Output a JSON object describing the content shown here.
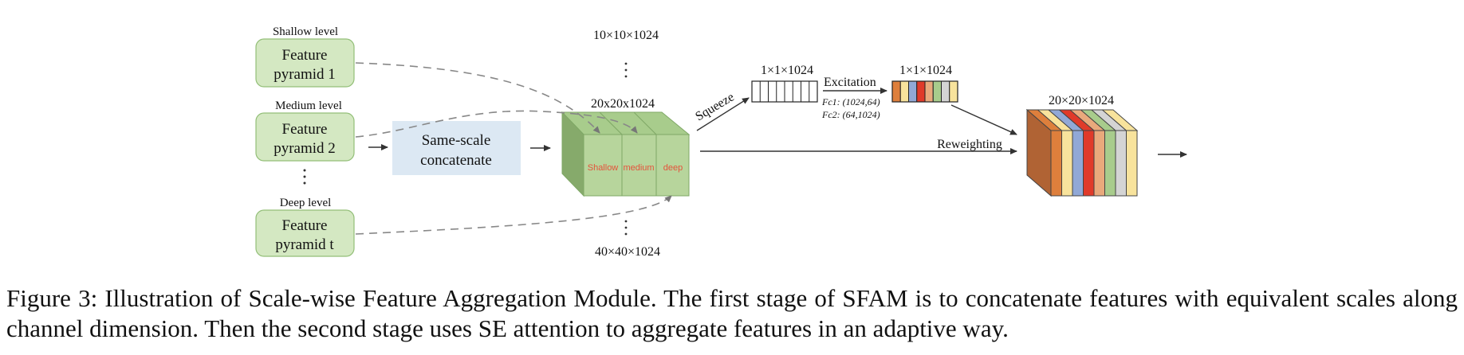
{
  "levels": [
    {
      "caption": "Shallow level",
      "box_line1": "Feature",
      "box_line2": "pyramid 1"
    },
    {
      "caption": "Medium level",
      "box_line1": "Feature",
      "box_line2": "pyramid 2"
    },
    {
      "caption": "Deep level",
      "box_line1": "Feature",
      "box_line2": "pyramid t"
    }
  ],
  "concat": {
    "line1": "Same-scale",
    "line2": "concatenate"
  },
  "scales": {
    "top": "10×10×1024",
    "middle": "20x20x1024",
    "bottom": "40×40×1024"
  },
  "cube_labels": [
    "Shallow",
    "medium",
    "deep"
  ],
  "se": {
    "squeeze_label": "Squeeze",
    "squeeze_dim": "1×1×1024",
    "excitation_label": "Excitation",
    "fc1": "Fc1: (1024,64)",
    "fc2": "Fc2: (64,1024)",
    "excitation_dim": "1×1×1024",
    "reweighting_label": "Reweighting",
    "output_dim": "20×20×1024"
  },
  "excitation_colors": [
    "#de7f3c",
    "#f8e39c",
    "#91a8d6",
    "#e03a2a",
    "#e9a97c",
    "#a8cc8c",
    "#d4d4d4",
    "#f8e39c"
  ],
  "output_colors": [
    "#de7f3c",
    "#f8e39c",
    "#91a8d6",
    "#e03a2a",
    "#e9a97c",
    "#a8cc8c",
    "#d4d4d4",
    "#f8e39c"
  ],
  "colors": {
    "green_box": "#d4e8c2",
    "green_border": "#93bf78",
    "concat_box": "#dce8f3",
    "cube_label": "#e5523b",
    "cube_front": "#b7d59c",
    "cube_top": "#a8cc8c",
    "cube_side": "#86aa6b"
  },
  "caption": "Figure 3: Illustration of Scale-wise Feature Aggregation Module. The first stage of SFAM is to concatenate features with equivalent scales along channel dimension. Then the second stage uses SE attention to aggregate features in an adaptive way."
}
